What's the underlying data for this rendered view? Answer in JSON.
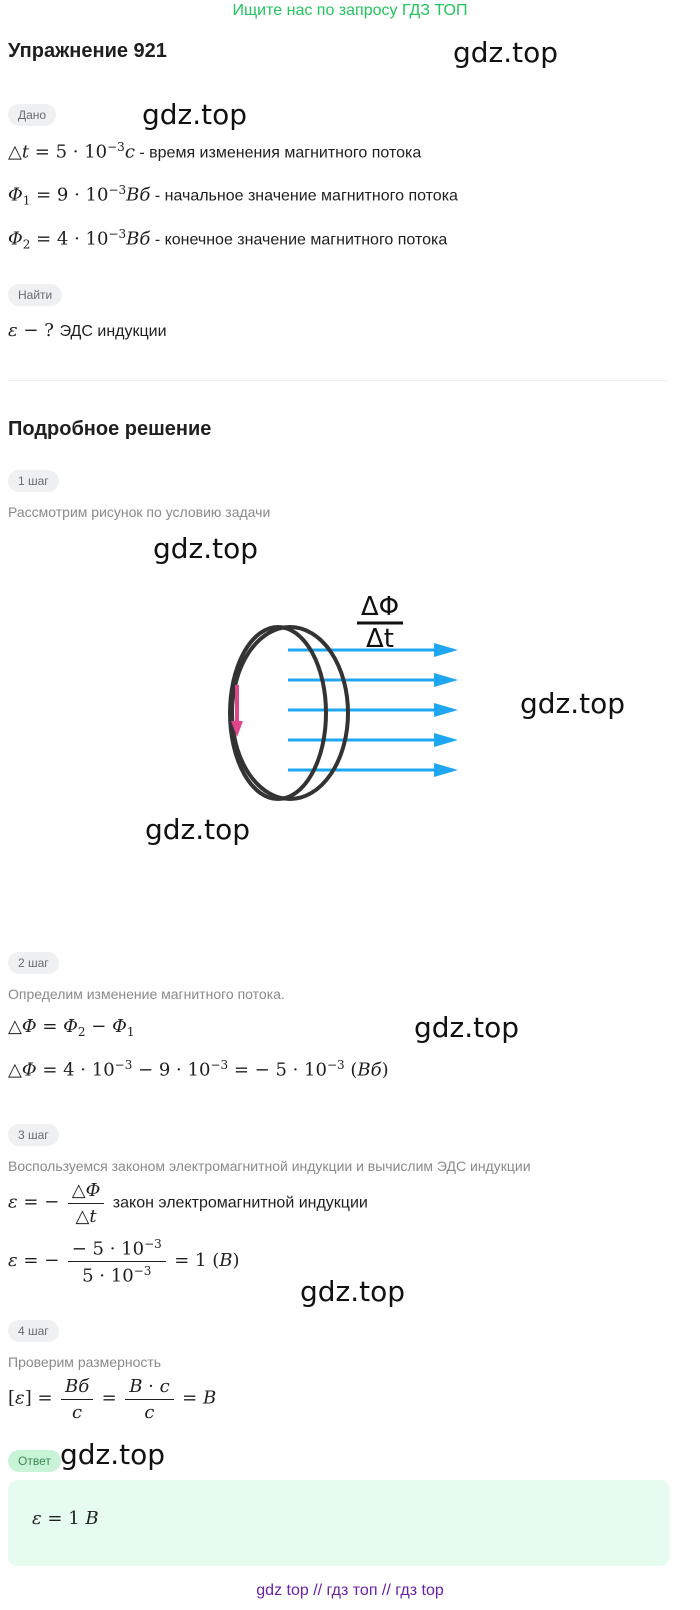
{
  "banner": "Ищите нас по запросу ГДЗ ТОП",
  "title": "Упражнение 921",
  "watermark": "gdz.top",
  "given": {
    "label": "Дано",
    "line1_desc": "- время изменения магнитного потока",
    "line2_desc": "- начальное значение магнитного потока",
    "line3_desc": "- конечное значение магнитного потока"
  },
  "find": {
    "label": "Найти",
    "desc": "ЭДС индукции"
  },
  "solution_title": "Подробное решение",
  "steps": [
    {
      "label": "1 шаг",
      "text": "Рассмотрим рисунок по условию задачи"
    },
    {
      "label": "2 шаг",
      "text": "Определим изменение магнитного потока."
    },
    {
      "label": "3 шаг",
      "text": "Воспользуемся законом электромагнитной индукции и вычислим ЭДС индукции",
      "law_text": "закон электромагнитной индукции"
    },
    {
      "label": "4 шаг",
      "text": "Проверим размерность"
    }
  ],
  "figure": {
    "num": "ΔΦ",
    "den": "Δt",
    "ring_color": "#333333",
    "arrow_color": "#1ea7f0",
    "current_color": "#e0448a"
  },
  "answer": {
    "label": "Ответ"
  },
  "bottom_links": "gdz top  //  гдз топ  //  гдз top"
}
